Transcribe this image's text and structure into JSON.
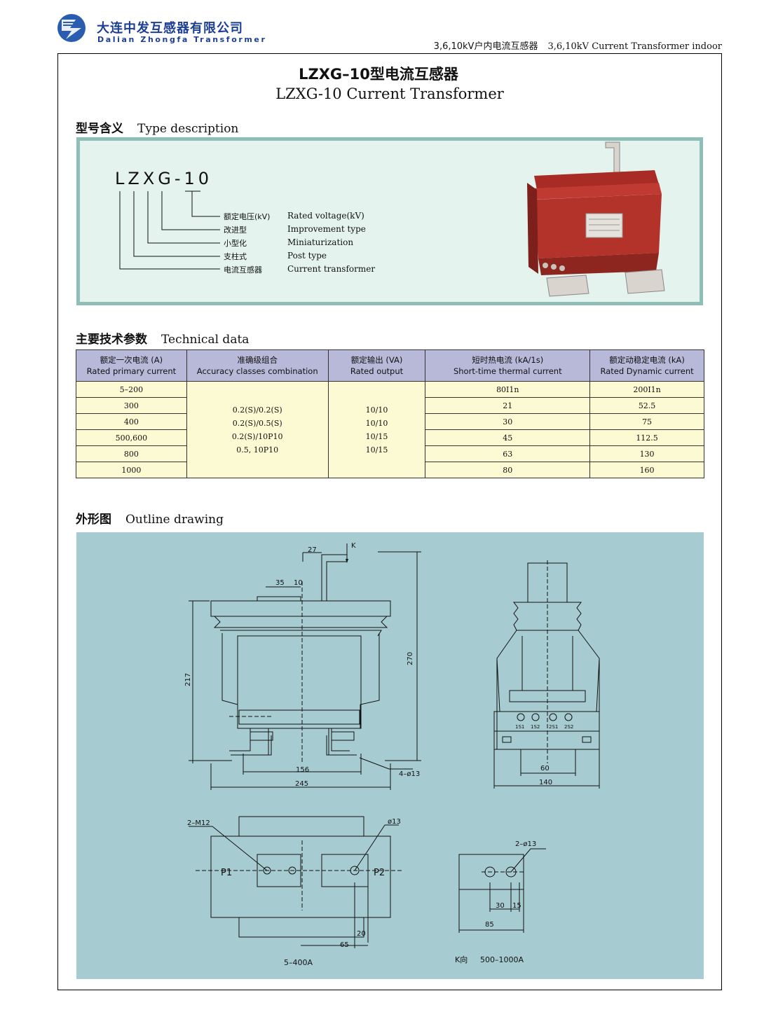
{
  "header": {
    "company_cn": "大连中发互感器有限公司",
    "company_en": "Dalian Zhongfa Transformer",
    "series_cn": "3,6,10kV户内电流互感器",
    "series_en": "3,6,10kV Current Transformer indoor"
  },
  "title": {
    "cn": "LZXG–10型电流互感器",
    "en": "LZXG-10 Current Transformer"
  },
  "type_section": {
    "heading_cn": "型号含义",
    "heading_en": "Type description",
    "model": "LZXG-10",
    "items": [
      {
        "cn": "额定电压(kV)",
        "en": "Rated voltage(kV)"
      },
      {
        "cn": "改进型",
        "en": "Improvement type"
      },
      {
        "cn": "小型化",
        "en": "Miniaturization"
      },
      {
        "cn": "支柱式",
        "en": "Post type"
      },
      {
        "cn": "电流互感器",
        "en": "Current transformer"
      }
    ]
  },
  "tech_section": {
    "heading_cn": "主要技术参数",
    "heading_en": "Technical data",
    "columns": [
      {
        "cn": "额定一次电流 (A)",
        "en": "Rated primary current"
      },
      {
        "cn": "准确级组合",
        "en": "Accuracy classes combination"
      },
      {
        "cn": "额定输出 (VA)",
        "en": "Rated output"
      },
      {
        "cn": "短时热电流 (kA/1s)",
        "en": "Short-time thermal current"
      },
      {
        "cn": "额定动稳定电流 (kA)",
        "en": "Rated Dynamic current"
      }
    ],
    "primary_current": [
      "5–200",
      "300",
      "400",
      "500,600",
      "800",
      "1000"
    ],
    "accuracy": [
      "0.2(S)/0.2(S)",
      "0.2(S)/0.5(S)",
      "0.2(S)/10P10",
      "0.5, 10P10"
    ],
    "rated_output": [
      "10/10",
      "10/10",
      "10/15",
      "10/15"
    ],
    "thermal": [
      "80I1n",
      "21",
      "30",
      "45",
      "63",
      "80"
    ],
    "dynamic": [
      "200I1n",
      "52.5",
      "75",
      "112.5",
      "130",
      "160"
    ]
  },
  "outline_section": {
    "heading_cn": "外形图",
    "heading_en": "Outline drawing",
    "dims": {
      "d27": "27",
      "k": "K",
      "d35": "35",
      "d10": "10",
      "d217": "217",
      "d270": "270",
      "d156": "156",
      "d245": "245",
      "hole4": "4–ø13",
      "d60": "60",
      "d140": "140",
      "t1s1": "1S1",
      "t1s2": "1S2",
      "t2s1": "2S1",
      "t2s2": "2S2",
      "m12": "2–M12",
      "p13": "ø13",
      "p1": "P1",
      "p2": "P2",
      "d20": "20",
      "d65": "65",
      "range1": "5–400A",
      "h2": "2–ø13",
      "d30": "30",
      "d15": "15",
      "d85": "85",
      "kview": "K向",
      "range2": "500–1000A"
    }
  }
}
